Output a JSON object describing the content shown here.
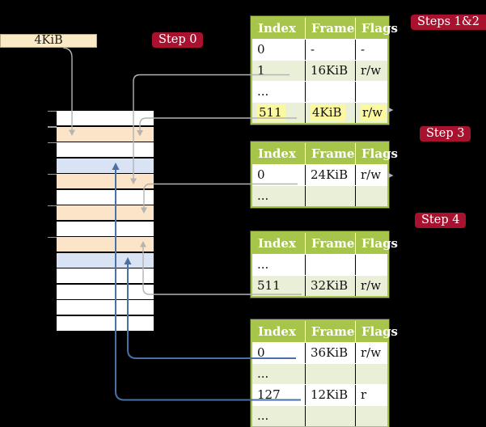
{
  "colors": {
    "background": "#000000",
    "badge_red": "#a8122f",
    "box_cream": "#faeac6",
    "row_peach": "#fce4c8",
    "row_blue": "#d9e3f3",
    "table_header_green": "#a7c54b",
    "table_row_green": "#eaf0d8",
    "table_row_white": "#ffffff",
    "highlight_yellow": "#fbf8a0",
    "line_gray": "#b4b4b4",
    "line_blue": "#4b70a3"
  },
  "page_size_box": {
    "label": "4KiB"
  },
  "badges": {
    "step0": "Step 0",
    "steps12": "Steps 1&2",
    "step3": "Step 3",
    "step4": "Step 4"
  },
  "memory_stack": {
    "rows": [
      "white",
      "peach",
      "white",
      "blue",
      "peach",
      "white",
      "peach",
      "white",
      "peach",
      "blue",
      "white",
      "white",
      "white",
      "white"
    ]
  },
  "tables": [
    {
      "name": "page-table-steps-1-2",
      "columns": [
        "Index",
        "Frame",
        "Flags"
      ],
      "rows": [
        {
          "cells": [
            "0",
            "-",
            "-"
          ],
          "shaded": false,
          "highlighted": false
        },
        {
          "cells": [
            "1",
            "16KiB",
            "r/w"
          ],
          "shaded": true,
          "highlighted": false
        },
        {
          "cells": [
            "...",
            "",
            ""
          ],
          "shaded": false,
          "highlighted": false
        },
        {
          "cells": [
            "511",
            "4KiB",
            "r/w"
          ],
          "shaded": true,
          "highlighted": true
        }
      ]
    },
    {
      "name": "page-table-step-3",
      "columns": [
        "Index",
        "Frame",
        "Flags"
      ],
      "rows": [
        {
          "cells": [
            "0",
            "24KiB",
            "r/w"
          ],
          "shaded": false,
          "highlighted": false
        },
        {
          "cells": [
            "...",
            "",
            ""
          ],
          "shaded": true,
          "highlighted": false
        }
      ]
    },
    {
      "name": "page-table-step-4",
      "columns": [
        "Index",
        "Frame",
        "Flags"
      ],
      "rows": [
        {
          "cells": [
            "...",
            "",
            ""
          ],
          "shaded": false,
          "highlighted": false
        },
        {
          "cells": [
            "511",
            "32KiB",
            "r/w"
          ],
          "shaded": true,
          "highlighted": false
        }
      ]
    },
    {
      "name": "page-table-bottom",
      "columns": [
        "Index",
        "Frame",
        "Flags"
      ],
      "rows": [
        {
          "cells": [
            "0",
            "36KiB",
            "r/w"
          ],
          "shaded": false,
          "highlighted": false
        },
        {
          "cells": [
            "...",
            "",
            ""
          ],
          "shaded": true,
          "highlighted": false
        },
        {
          "cells": [
            "127",
            "12KiB",
            "r"
          ],
          "shaded": false,
          "highlighted": false
        },
        {
          "cells": [
            "...",
            "",
            ""
          ],
          "shaded": true,
          "highlighted": false
        }
      ]
    }
  ]
}
